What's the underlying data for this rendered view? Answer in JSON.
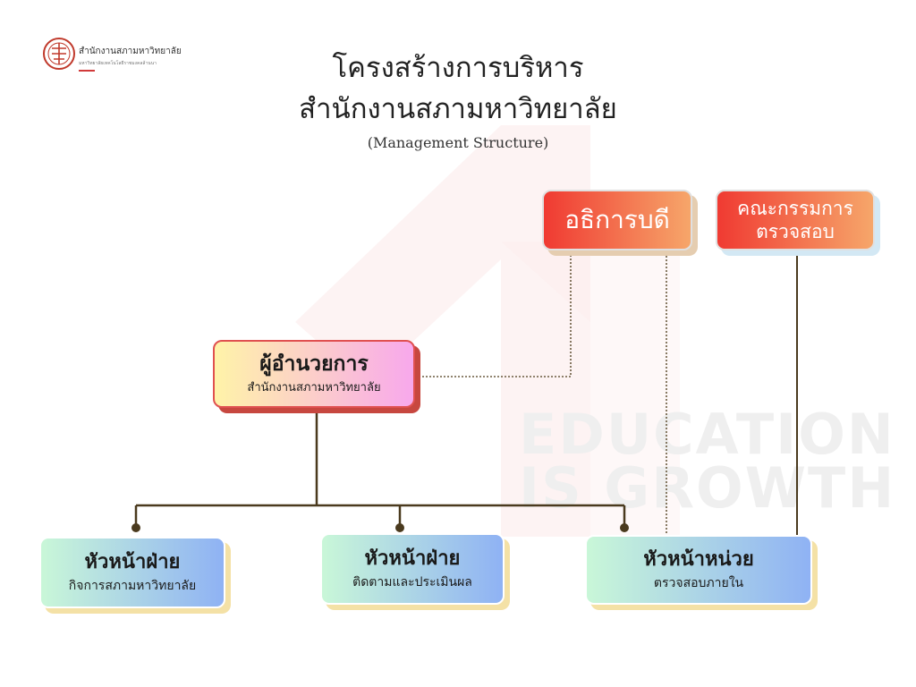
{
  "header": {
    "logo_main": "สำนักงานสภามหาวิทยาลัย",
    "logo_sub": "มหาวิทยาลัยเทคโนโลยีราชมงคลล้านนา",
    "title_line1": "โครงสร้างการบริหาร",
    "title_line2": "สำนักงานสภามหาวิทยาลัย",
    "subtitle": "(Management Structure)"
  },
  "watermark": {
    "line1": "EDUCATION",
    "line2": "IS GROWTH"
  },
  "nodes": {
    "vice_president": {
      "title": "อธิการบดี"
    },
    "audit_committee": {
      "title_line1": "คณะกรรมการ",
      "title_line2": "ตรวจสอบ"
    },
    "director": {
      "title": "ผู้อำนวยการ",
      "subtitle": "สำนักงานสภามหาวิทยาลัย"
    },
    "division_head_affairs": {
      "title": "หัวหน้าฝ่าย",
      "subtitle": "กิจการสภามหาวิทยาลัย"
    },
    "division_head_monitoring": {
      "title": "หัวหน้าฝ่าย",
      "subtitle": "ติดตามและประเมินผล"
    },
    "unit_head_audit": {
      "title": "หัวหน้าหน่วย",
      "subtitle": "ตรวจสอบภายใน"
    }
  },
  "colors": {
    "connector": "#4a3a1e",
    "red_start": "#f03a32",
    "pink_end": "#f8a8ec",
    "teal_end": "#8fb2f4"
  }
}
